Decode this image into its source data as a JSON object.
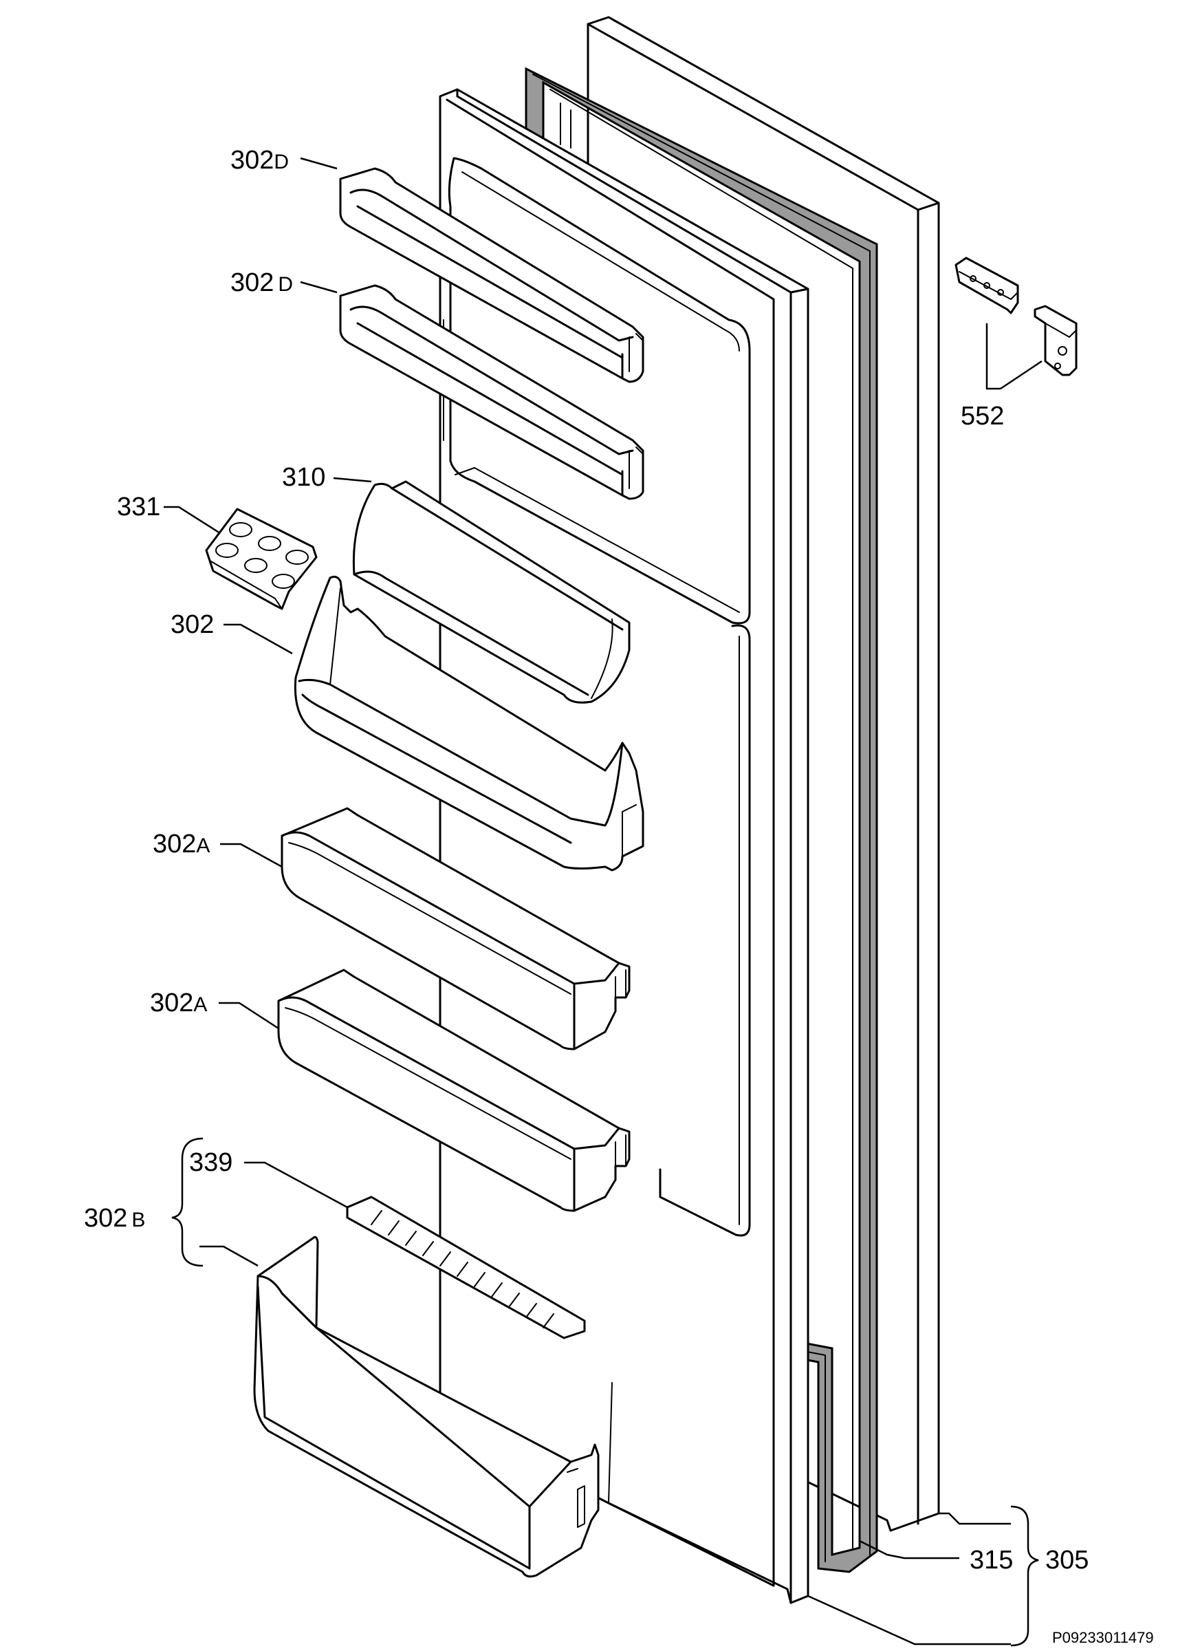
{
  "labels": {
    "shelf_top_1": "302",
    "shelf_top_1_suffix": "D",
    "shelf_top_2": "302",
    "shelf_top_2_suffix": "D",
    "shelf_cover": "310",
    "egg_tray": "331",
    "bottle_shelf": "302",
    "shelf_mid_1": "302",
    "shelf_mid_1_suffix": "A",
    "shelf_mid_2": "302",
    "shelf_mid_2_suffix": "A",
    "bottle_holder": "339",
    "bottom_group": "302",
    "bottom_group_suffix": "B",
    "hinge": "552",
    "gasket": "315",
    "door_assembly": "305"
  },
  "reference_code": "P09233011479",
  "colors": {
    "line": "#000000",
    "gasket_fill": "#9a9a9a",
    "background": "#ffffff"
  }
}
